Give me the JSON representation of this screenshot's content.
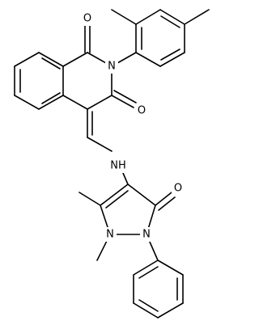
{
  "molecule": {
    "labels": {
      "o_top": "O",
      "n_isoquinoline": "N",
      "o_right": "O",
      "nh": "NH",
      "o_pyrazolone": "O",
      "n_methyl": "N",
      "n_phenyl": "N"
    }
  }
}
